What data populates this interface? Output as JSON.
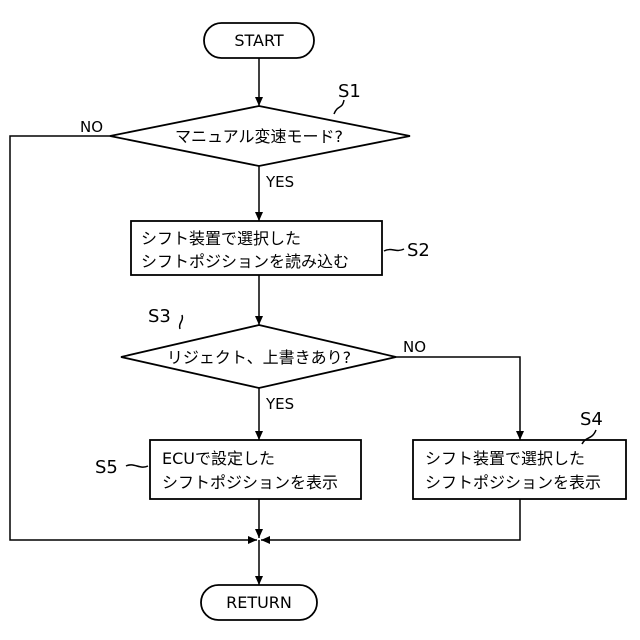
{
  "nodes": {
    "start": "START",
    "s1": "マニュアル変速モード?",
    "s2_line1": "シフト装置で選択した",
    "s2_line2": "シフトポジションを読み込む",
    "s3": "リジェクト、上書きあり?",
    "s4_line1": "シフト装置で選択した",
    "s4_line2": "シフトポジションを表示",
    "s5_line1": "ECUで設定した",
    "s5_line2": "シフトポジションを表示",
    "return": "RETURN"
  },
  "branch_labels": {
    "s1_no": "NO",
    "s1_yes": "YES",
    "s3_no": "NO",
    "s3_yes": "YES"
  },
  "step_labels": {
    "s1": "S1",
    "s2": "S2",
    "s3": "S3",
    "s4": "S4",
    "s5": "S5"
  }
}
